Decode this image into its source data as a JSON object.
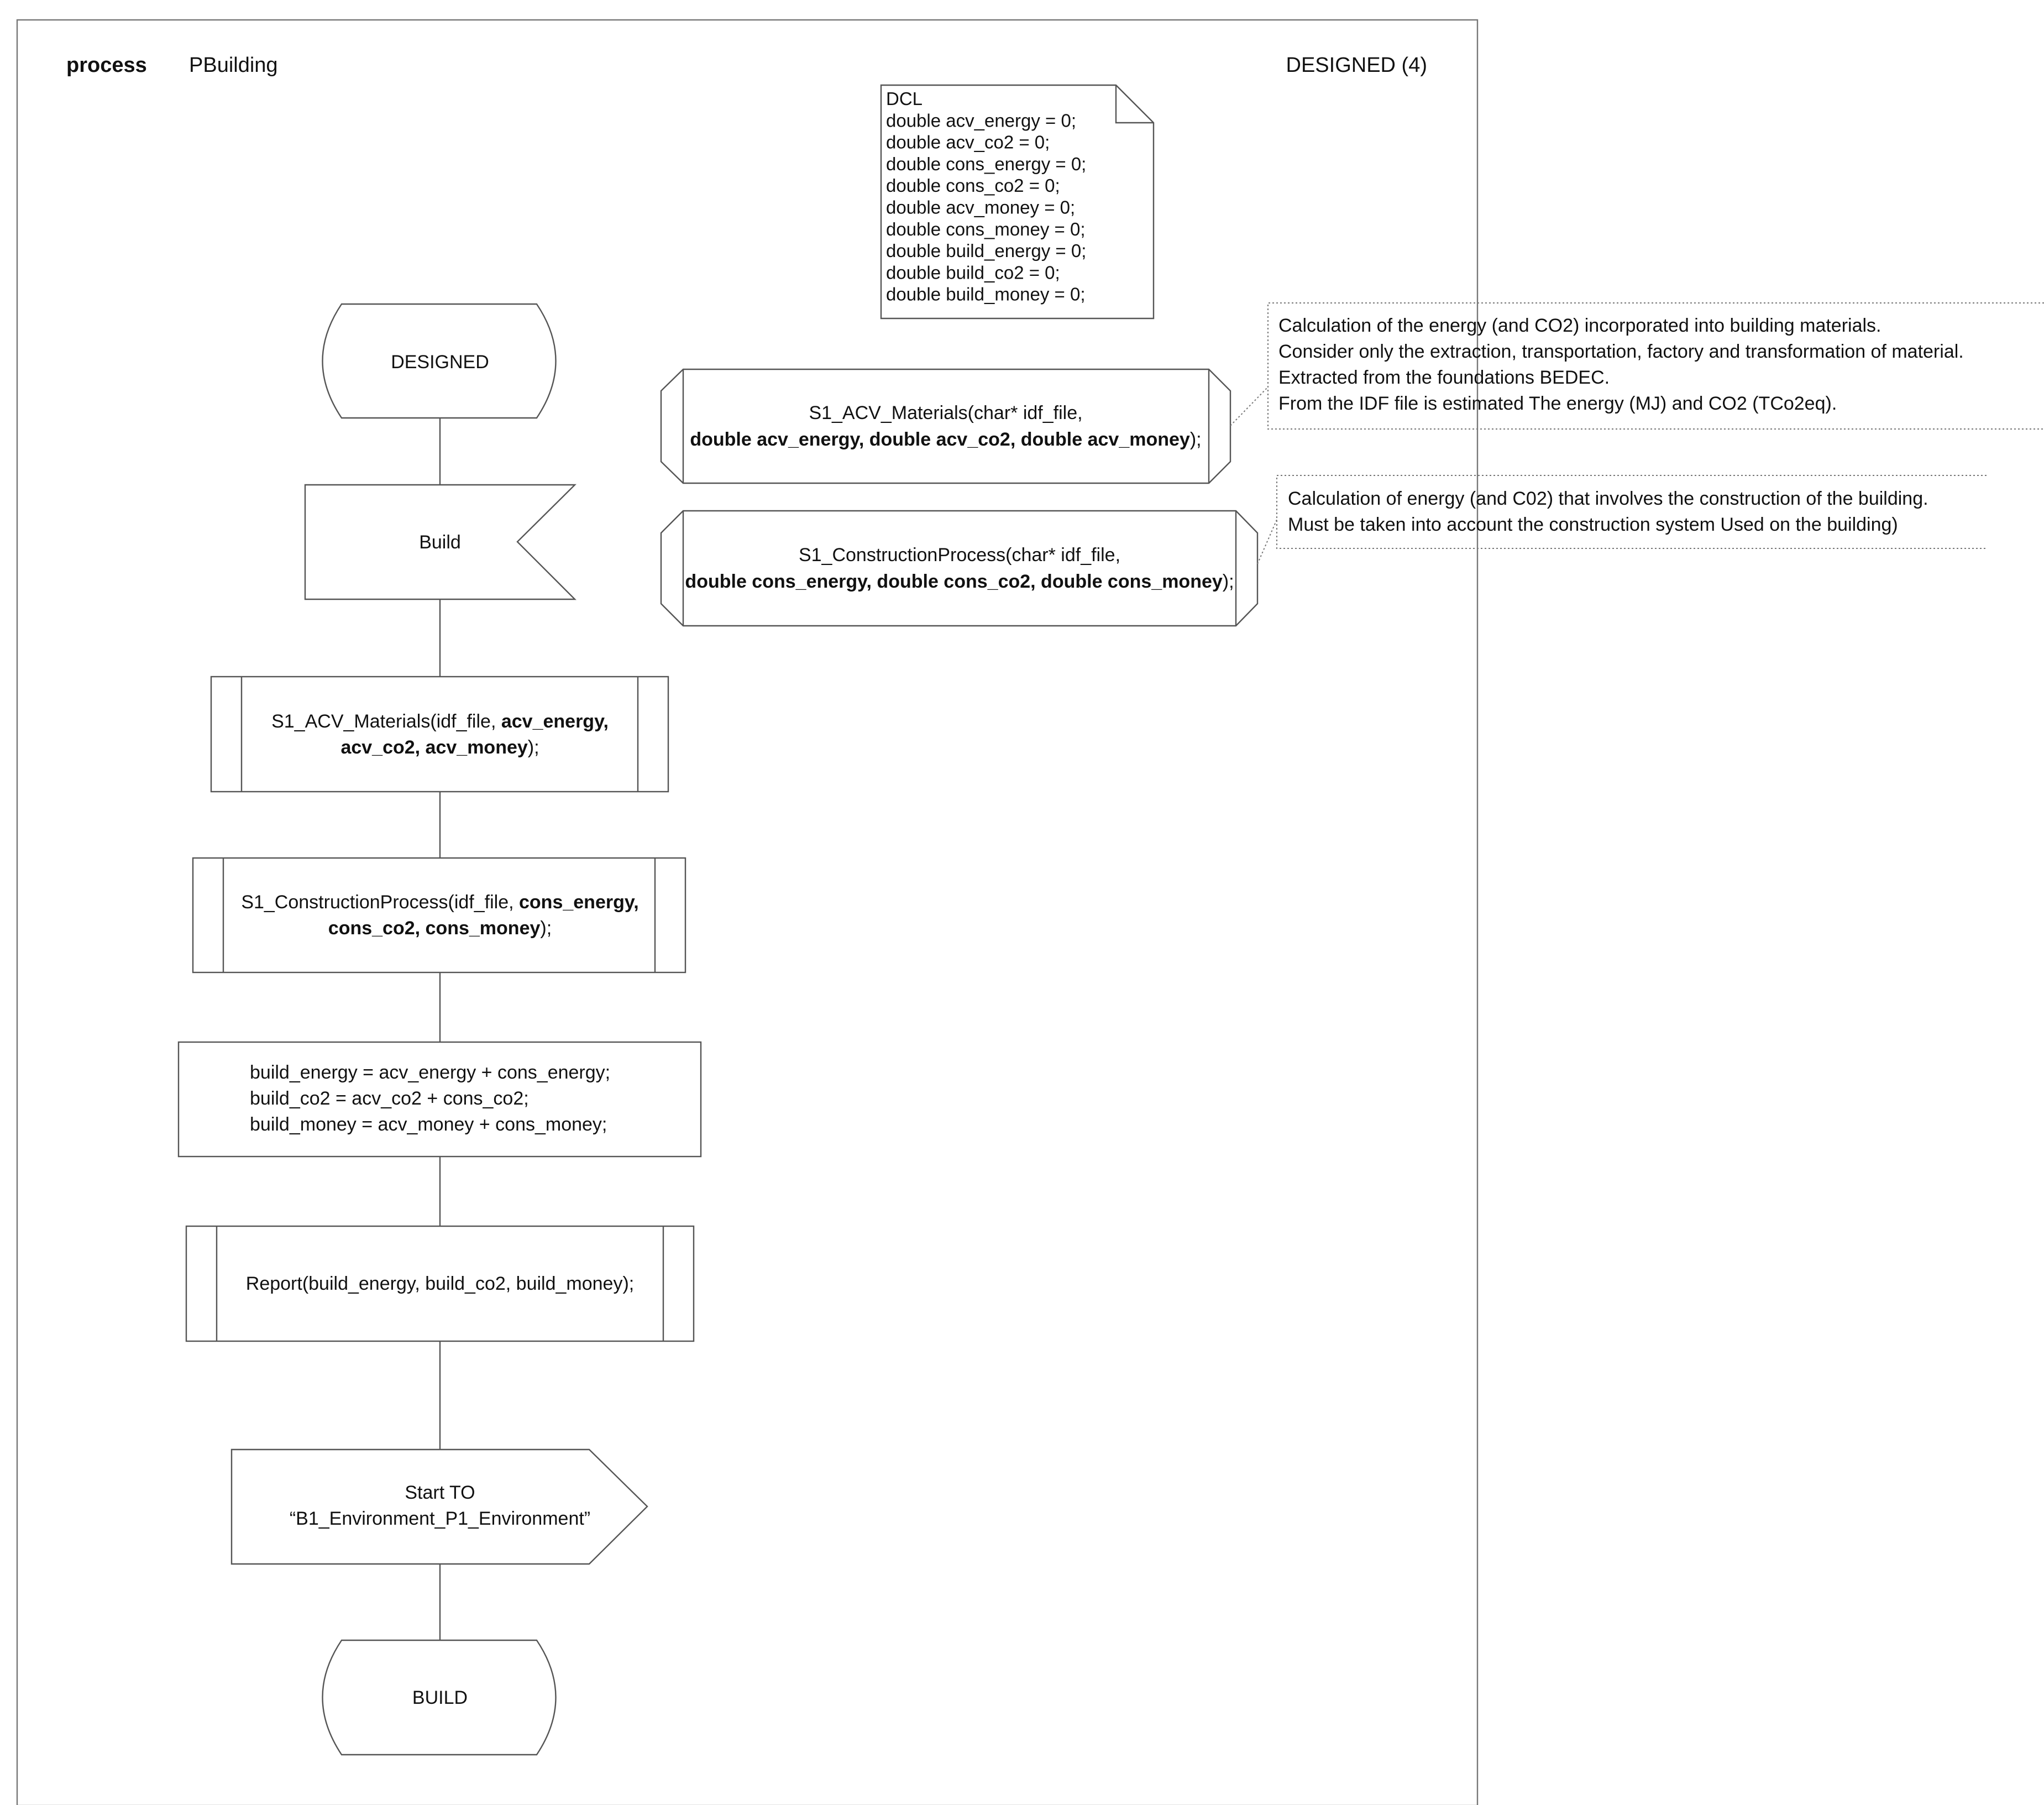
{
  "header": {
    "keyword": "process",
    "name": "PBuilding",
    "state_label": "DESIGNED (4)"
  },
  "dcl": {
    "title": "DCL",
    "lines": [
      "double acv_energy = 0;",
      "double acv_co2 = 0;",
      "double cons_energy = 0;",
      "double cons_co2 = 0;",
      "double acv_money = 0;",
      "double cons_money = 0;",
      "double build_energy = 0;",
      "double build_co2 = 0;",
      "double build_money = 0;"
    ]
  },
  "flow": {
    "start_state": "DESIGNED",
    "input_signal": "Build",
    "call_materials": {
      "line1_a": "S1_ACV_Materials(idf_file, ",
      "line1_b": "acv_energy,",
      "line2_b": "acv_co2, acv_money",
      "line2_c": ");"
    },
    "call_construction": {
      "line1_a": "S1_ConstructionProcess(idf_file, ",
      "line1_b": "cons_energy,",
      "line2_b": "cons_co2, cons_money",
      "line2_c": ");"
    },
    "task_lines": [
      "build_energy = acv_energy + cons_energy;",
      "build_co2 = acv_co2 + cons_co2;",
      "build_money = acv_money + cons_money;"
    ],
    "call_report": "Report(build_energy, build_co2, build_money);",
    "output_signal": {
      "line1": "Start TO",
      "line2": "“B1_Environment_P1_Environment”"
    },
    "end_state": "BUILD"
  },
  "procedures": {
    "materials": {
      "line1": "S1_ACV_Materials(char* idf_file,",
      "line2_b": "double acv_energy, double acv_co2, double acv_money",
      "line2_c": ");"
    },
    "construction": {
      "line1": "S1_ConstructionProcess(char* idf_file,",
      "line2_b": "double cons_energy, double cons_co2, double cons_money",
      "line2_c": ");"
    }
  },
  "comments": {
    "materials": [
      "Calculation of the energy (and CO2) incorporated into building materials.",
      "Consider only the extraction, transportation, factory and transformation of material.",
      "Extracted from the foundations BEDEC.",
      "From the IDF file is estimated The energy (MJ) and CO2 (TCo2eq)."
    ],
    "construction": [
      "Calculation of energy (and C02) that involves the construction of the building.",
      "Must be taken into account the construction system Used on the building)"
    ]
  }
}
